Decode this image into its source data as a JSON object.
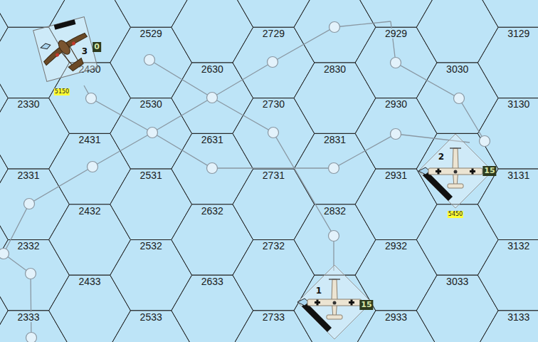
{
  "diagram": {
    "nodes": [
      {
        "text": [
          "3",
          "0",
          "5150"
        ]
      },
      {
        "text": [
          "2",
          "15",
          "5450"
        ]
      },
      {
        "text": [
          "1",
          "15"
        ]
      }
    ],
    "labels": [
      "2529",
      "2729",
      "2929",
      "3129",
      "2430",
      "2630",
      "2830",
      "3030",
      "2330",
      "2530",
      "2730",
      "2930",
      "3130",
      "2431",
      "2631",
      "2831",
      "2331",
      "2531",
      "2731",
      "2931",
      "3131",
      "2432",
      "2632",
      "2832",
      "2332",
      "2532",
      "2732",
      "2932",
      "3132",
      "2433",
      "2633",
      "3033",
      "2333",
      "2533",
      "2733",
      "2933",
      "3133"
    ]
  }
}
